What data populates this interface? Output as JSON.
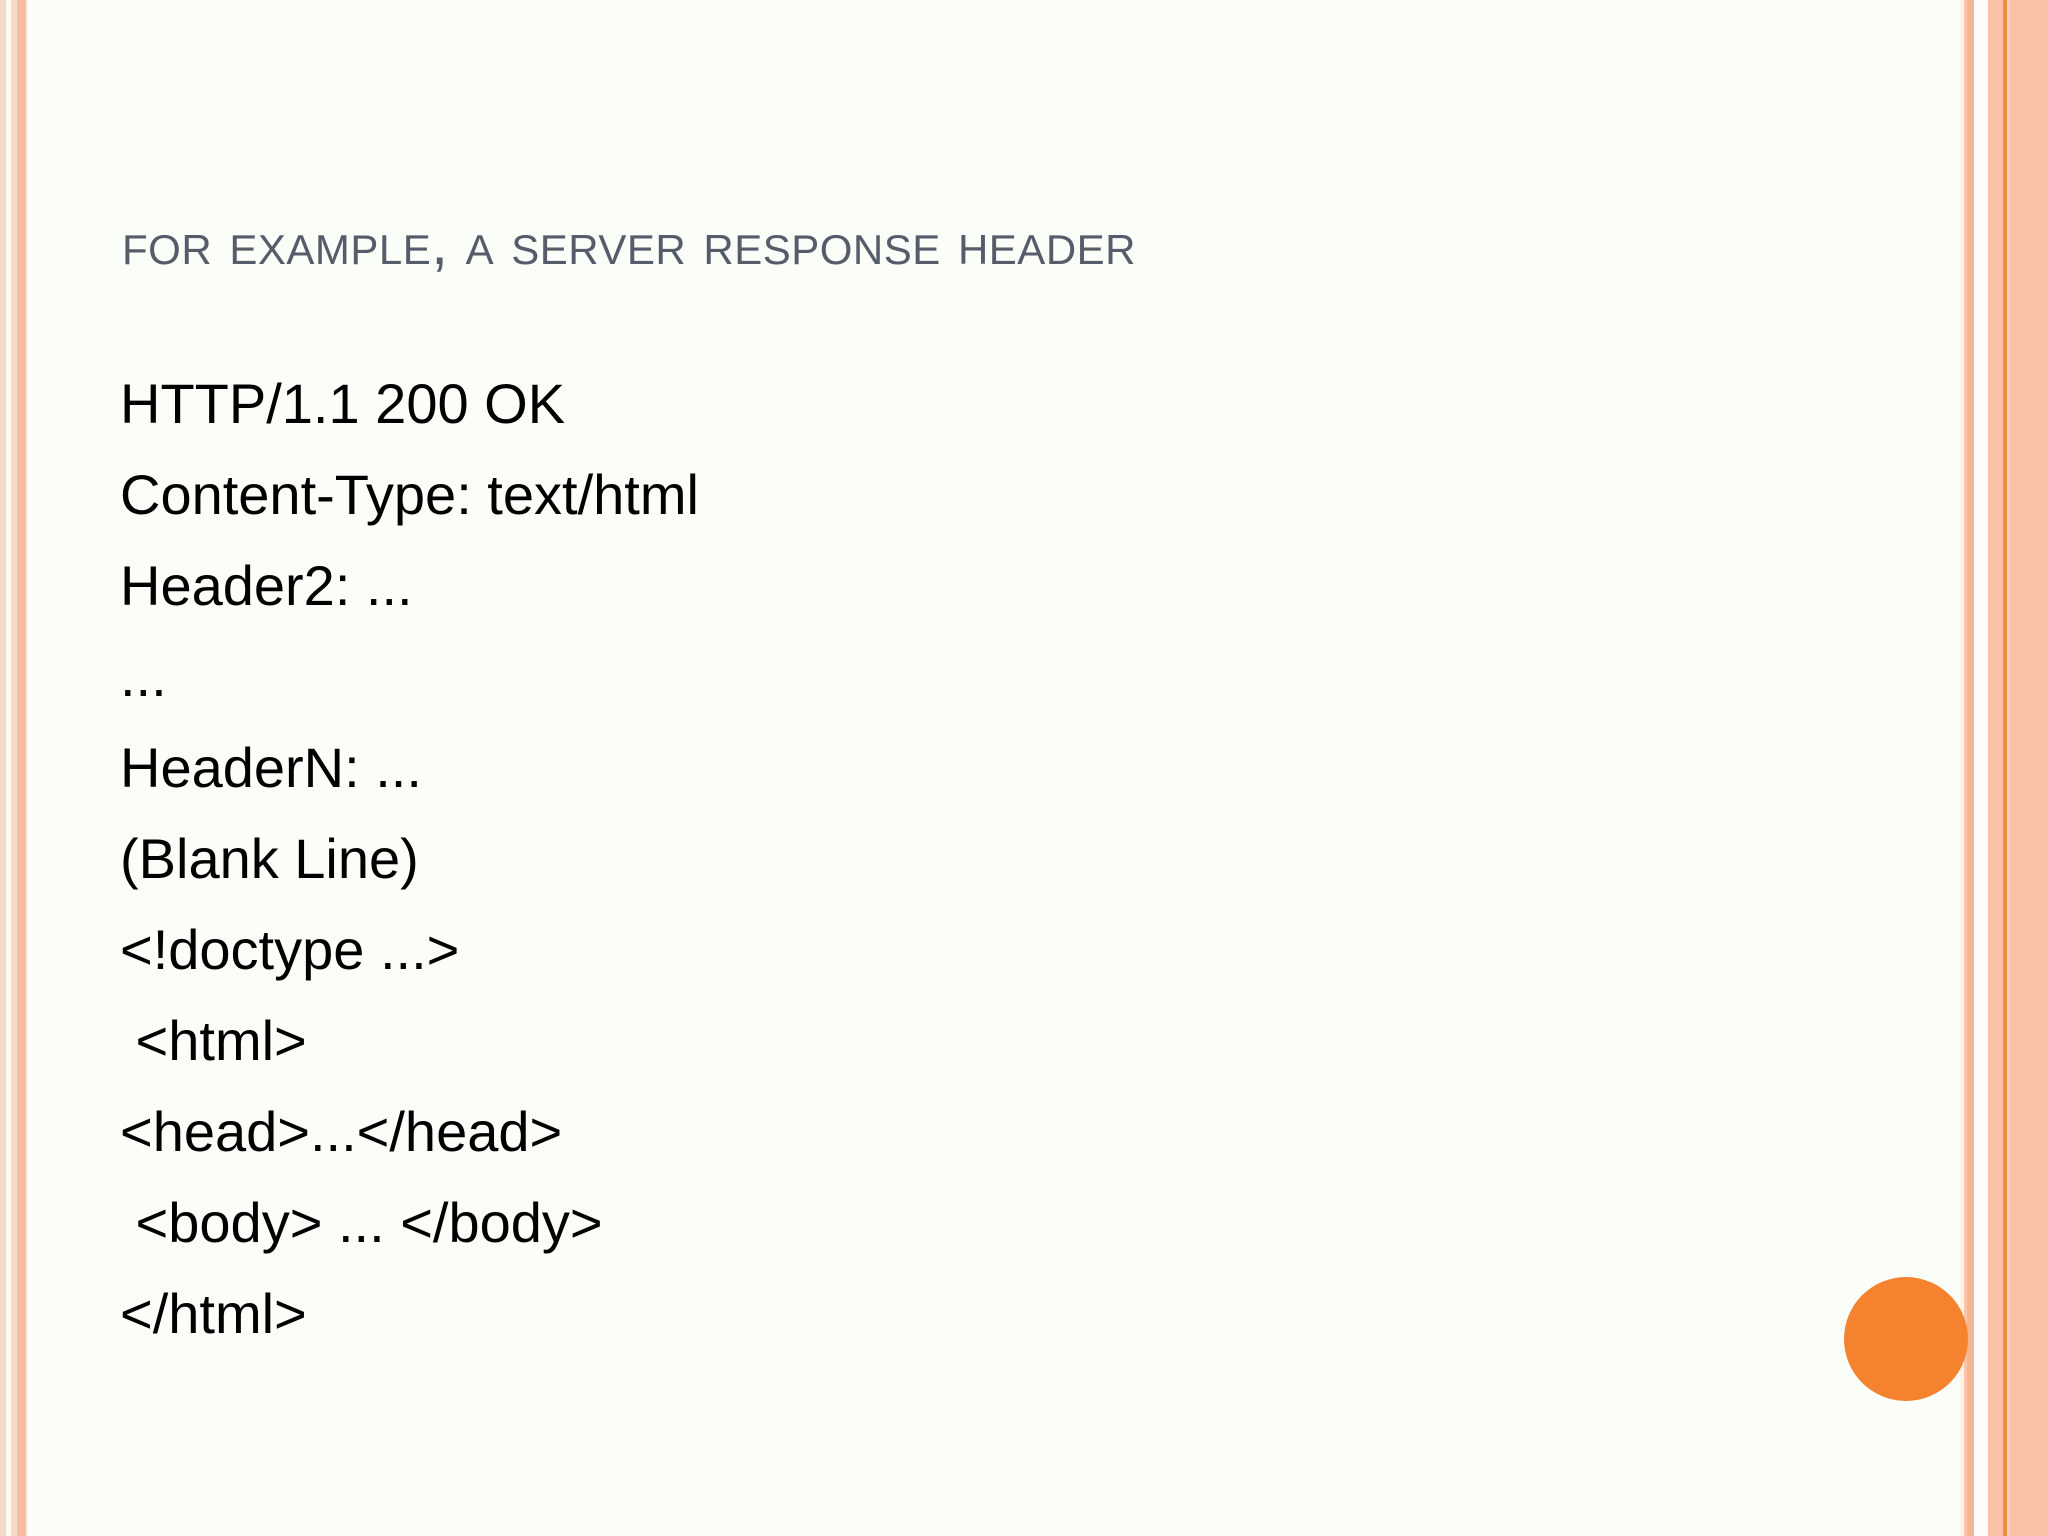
{
  "slide": {
    "title": "For example, a server response header",
    "background_color": "#fbfdf8",
    "title_color": "#565c69",
    "body_text_color": "#000000",
    "accent_color": "#f5822e",
    "decoration": {
      "circle_color": "#f5822e",
      "left_stripe_colors": [
        "#f7d9ca",
        "#fdfaf6",
        "#f7d9ca",
        "#f8bda0",
        "#fcece2"
      ],
      "right_stripe_colors": [
        "#fdf4e4",
        "#f9c6ac",
        "#f6b495",
        "#fdfcfa",
        "#f9c2a6",
        "#ef8f3e",
        "#fbd0b8",
        "#f9c2a6",
        "#f9c2a6"
      ]
    },
    "body_lines": [
      "HTTP/1.1 200 OK",
      "Content-Type: text/html",
      "Header2: ...",
      "...",
      "HeaderN: ...",
      "(Blank Line)",
      "<!doctype ...>",
      " <html>",
      "<head>...</head>",
      " <body> ... </body>",
      "</html>"
    ]
  }
}
